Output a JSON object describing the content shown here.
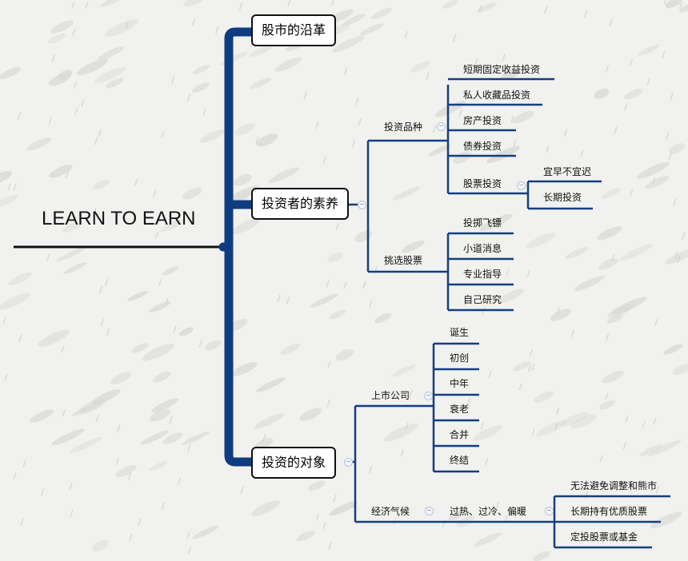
{
  "root": {
    "title": "LEARN TO EARN"
  },
  "branches": {
    "history": {
      "label": "股市的沿革"
    },
    "investor": {
      "label": "投资者的素养",
      "varieties": {
        "label": "投资品种",
        "items": [
          "短期固定收益投资",
          "私人收藏品投资",
          "房产投资",
          "债券投资",
          "股票投资"
        ],
        "stock_sub": [
          "宜早不宜迟",
          "长期投资"
        ]
      },
      "picking": {
        "label": "挑选股票",
        "items": [
          "投掷飞镖",
          "小道消息",
          "专业指导",
          "自己研究"
        ]
      }
    },
    "targets": {
      "label": "投资的对象",
      "listed": {
        "label": "上市公司",
        "items": [
          "诞生",
          "初创",
          "中年",
          "衰老",
          "合并",
          "终结"
        ]
      },
      "economy": {
        "label": "经济气候",
        "cycle": "过热、过冷、偏暖",
        "items": [
          "无法避免调整和熊市",
          "长期持有优质股票",
          "定投股票或基金"
        ]
      }
    }
  },
  "colors": {
    "line": "#143e82",
    "spine": "#0f3c80",
    "root_line": "#111111"
  },
  "collapse_symbol": "−"
}
